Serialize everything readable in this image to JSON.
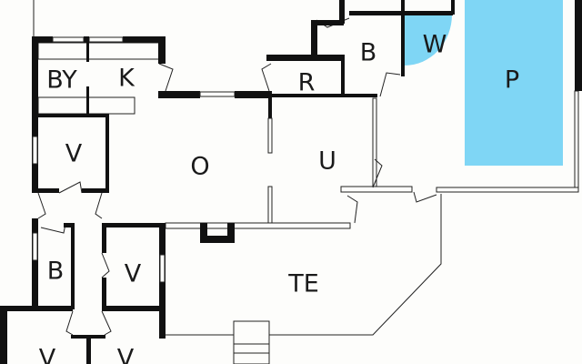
{
  "colors": {
    "water": "#7fd6f5",
    "wall": "#111111",
    "background": "#fdfdfb"
  },
  "rooms": {
    "by": "BY",
    "k": "K",
    "v1": "V",
    "o": "O",
    "r": "R",
    "b1": "B",
    "w": "W",
    "p": "P",
    "u": "U",
    "b2": "B",
    "v2": "V",
    "te": "TE",
    "v3": "V",
    "v4": "V"
  }
}
